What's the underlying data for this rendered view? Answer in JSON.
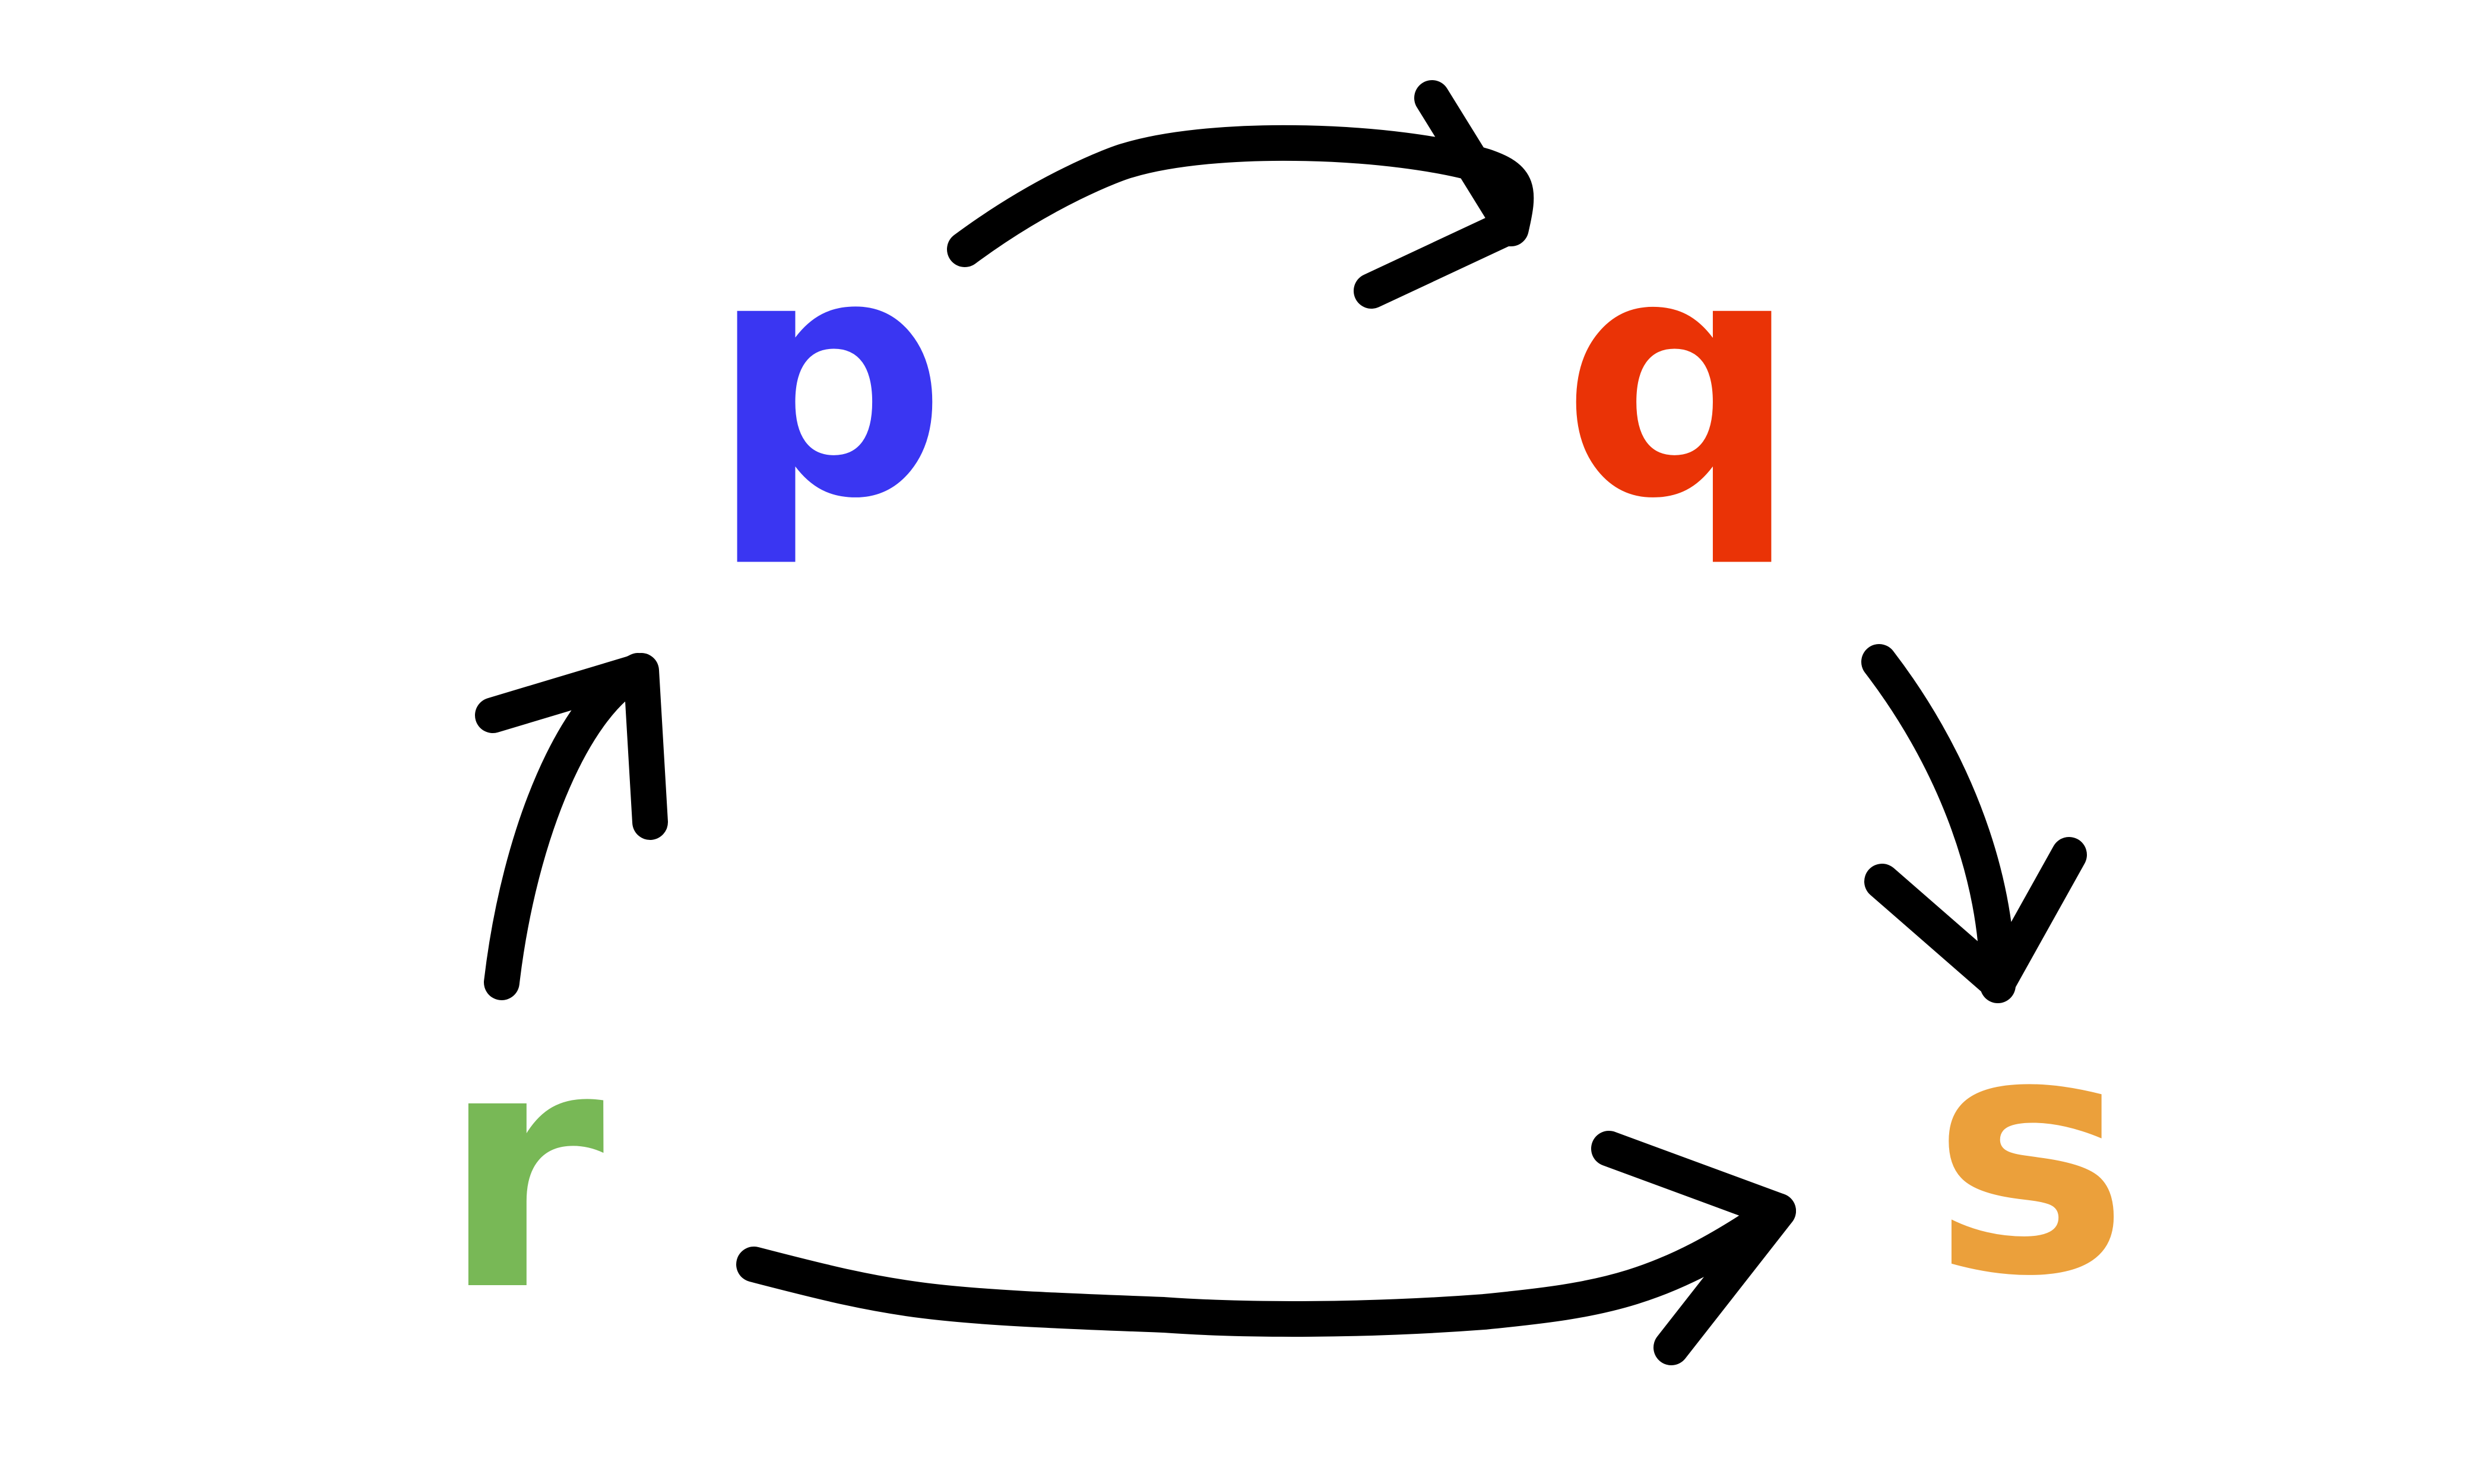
{
  "nodes": [
    {
      "id": "p",
      "label": "p",
      "color": "#3a36f2"
    },
    {
      "id": "q",
      "label": "q",
      "color": "#ea3306"
    },
    {
      "id": "r",
      "label": "r",
      "color": "#78b856"
    },
    {
      "id": "s",
      "label": "s",
      "color": "#eba03b"
    }
  ],
  "edges": [
    {
      "from": "p",
      "to": "q"
    },
    {
      "from": "q",
      "to": "s"
    },
    {
      "from": "r",
      "to": "s"
    },
    {
      "from": "r",
      "to": "p"
    }
  ],
  "edge_color": "#000000",
  "background": "#ffffff"
}
